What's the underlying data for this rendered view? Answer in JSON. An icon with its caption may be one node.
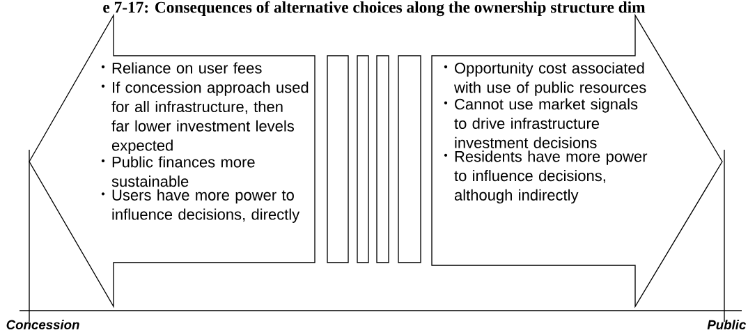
{
  "diagram": {
    "title": "e 7-17: Consequences of alternative choices along the ownership structure dim",
    "nodes": [
      {
        "text": [
          "Reliance on user fees",
          "If concession approach used for all infrastructure, then far lower investment levels expected",
          "Public finances more sustainable",
          "Users have more power to influence decisions, directly"
        ]
      },
      {
        "text": [],
        "shape": "bar"
      },
      {
        "text": [],
        "shape": "bar"
      },
      {
        "text": [],
        "shape": "bar"
      },
      {
        "text": [],
        "shape": "bar"
      },
      {
        "text": [
          "Opportunity cost associated with use of public resources",
          "Cannot use market signals to drive infrastructure investment decisions",
          "Residents have more power to influence decisions, although indirectly"
        ]
      }
    ],
    "labels": [
      "Concession",
      "Public"
    ]
  }
}
